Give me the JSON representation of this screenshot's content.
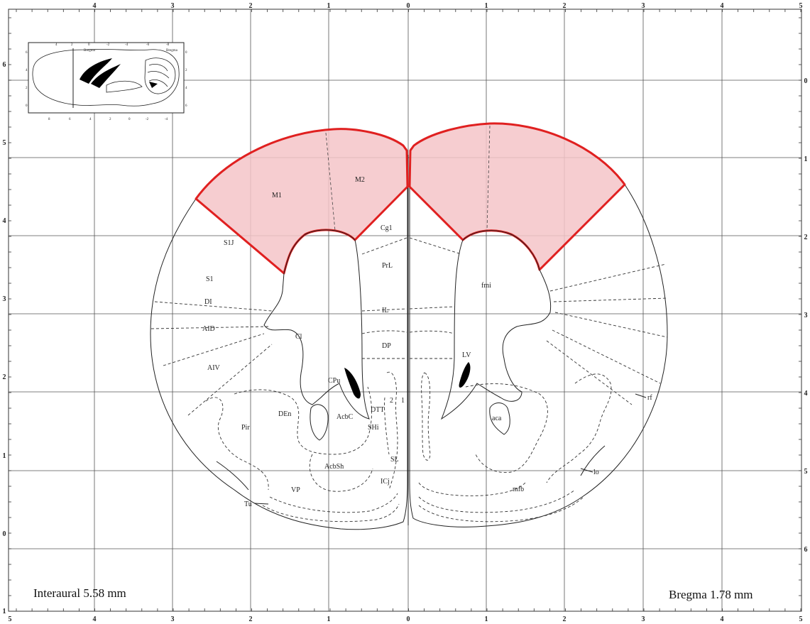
{
  "captions": {
    "interaural": "Interaural 5.58 mm",
    "bregma": "Bregma 1.78 mm"
  },
  "scales": {
    "top": [
      "4",
      "3",
      "2",
      "1",
      "0",
      "1",
      "2",
      "3",
      "4",
      "5"
    ],
    "bottom": [
      "5",
      "4",
      "3",
      "2",
      "1",
      "0",
      "1",
      "2",
      "3",
      "4",
      "5"
    ],
    "left": [
      "6",
      "5",
      "4",
      "3",
      "2",
      "1",
      "0",
      "1"
    ],
    "right": [
      "0",
      "1",
      "2",
      "3",
      "4",
      "5",
      "6"
    ]
  },
  "inset": {
    "top_numbers": [
      "4",
      "2",
      "0",
      "-2",
      "-4",
      "-6",
      "-8"
    ],
    "bottom_numbers": [
      "8",
      "6",
      "4",
      "2",
      "0",
      "-2",
      "-4"
    ],
    "left_numbers": [
      "6",
      "4",
      "2",
      "0"
    ],
    "right_numbers": [
      "0",
      "2",
      "4",
      "6"
    ],
    "label_left": "Bregma",
    "label_right": "Bregma"
  },
  "highlight_color": "#f4c4c8",
  "highlight_stroke": "#e02020",
  "regions": {
    "M1": "M1",
    "M2": "M2",
    "Cg1": "Cg1",
    "S1J": "S1J",
    "S1": "S1",
    "DI": "DI",
    "AID": "AID",
    "AIV": "AIV",
    "PrL": "PrL",
    "IL": "IL",
    "DP": "DP",
    "fmi": "fmi",
    "LV": "LV",
    "Cl": "Cl",
    "CPu": "CPu",
    "DEn": "DEn",
    "Pir": "Pir",
    "AcbC": "AcbC",
    "AcbSh": "AcbSh",
    "DTT": "DTT",
    "SHi": "SHi",
    "SL": "SL",
    "ICj": "ICj",
    "VP": "VP",
    "Tu": "Tu",
    "aca": "aca",
    "mfb": "mfb",
    "lo": "lo",
    "rf": "rf",
    "n1": "1",
    "n2": "2"
  }
}
